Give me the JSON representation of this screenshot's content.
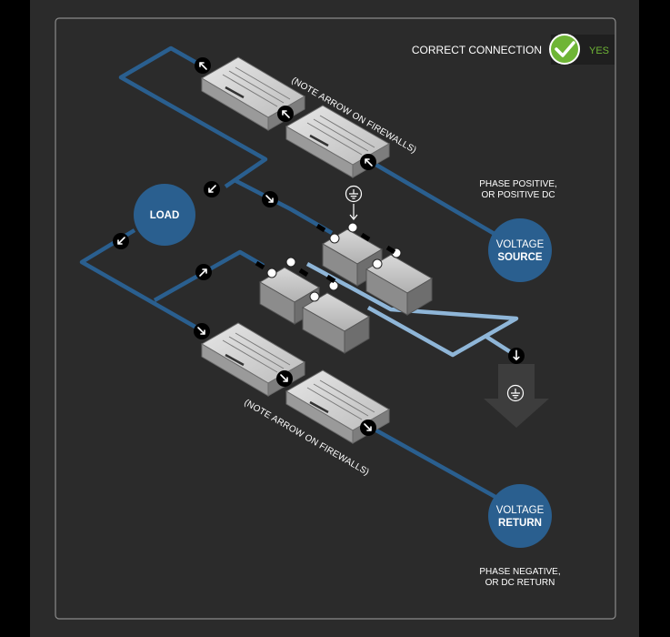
{
  "badge": {
    "label": "CORRECT CONNECTION",
    "value": "YES",
    "accent": "#6fb536"
  },
  "notes": {
    "top": "(NOTE ARROW ON FIREWALLS)",
    "bottom": "(NOTE ARROW ON FIREWALLS)"
  },
  "nodes": {
    "load": "LOAD",
    "source_line1": "VOLTAGE",
    "source_line2": "SOURCE",
    "return_line1": "VOLTAGE",
    "return_line2": "RETURN"
  },
  "captions": {
    "source_1": "PHASE POSITIVE,",
    "source_2": "OR POSITIVE DC",
    "return_1": "PHASE NEGATIVE,",
    "return_2": "OR DC RETURN"
  },
  "symbols": {
    "ground": "ground-icon",
    "check": "check-icon",
    "arrow": "arrow-icon"
  },
  "colors": {
    "panel": "#2b2b2b",
    "wire_dark": "#2a5f8f",
    "wire_light": "#8fb6d8",
    "node": "#2a5f8f",
    "ground_arrow": "#3d3d3d"
  }
}
